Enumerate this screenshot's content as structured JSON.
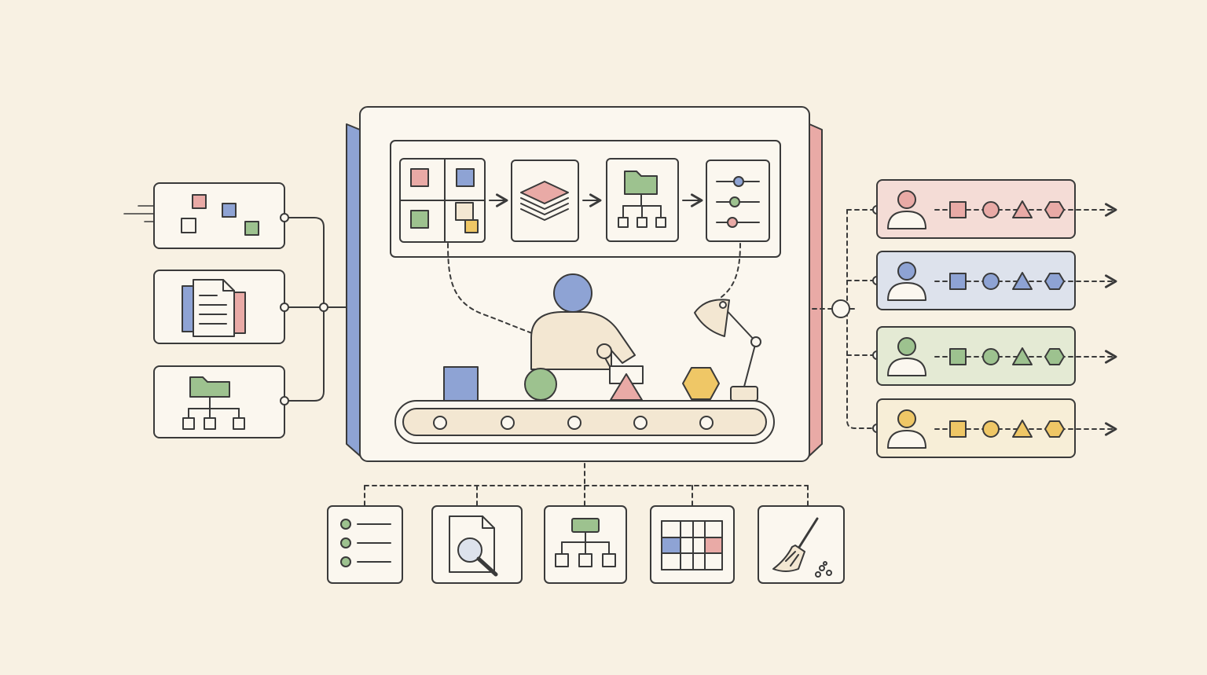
{
  "colors": {
    "background": "#f8f1e3",
    "panel": "#fbf7ef",
    "stroke": "#3a3a3a",
    "pink": "#e9aaa6",
    "blue": "#8ea3d4",
    "green": "#9dc28f",
    "yellow": "#efc766",
    "cream": "#f3e7d2",
    "light_pink": "#f4dcd6",
    "light_blue": "#dde2ec",
    "light_green": "#e4ead4",
    "light_yellow": "#f7eed7"
  },
  "inputs": [
    {
      "icon": "scattered-squares-icon"
    },
    {
      "icon": "document-stack-icon"
    },
    {
      "icon": "folder-hierarchy-icon"
    }
  ],
  "pipeline_steps": [
    {
      "icon": "sorting-grid-icon"
    },
    {
      "icon": "layers-icon"
    },
    {
      "icon": "folder-hierarchy-icon"
    },
    {
      "icon": "sliders-icon"
    }
  ],
  "workshop": {
    "figure_icon": "worker-icon",
    "lamp_icon": "desk-lamp-icon",
    "belt_icon": "conveyor-belt-icon",
    "items": [
      "square",
      "circle",
      "triangle",
      "hexagon"
    ]
  },
  "outputs": [
    {
      "icon": "user-icon",
      "color": "pink",
      "bg": "light_pink",
      "shapes": [
        "square",
        "circle",
        "triangle",
        "hexagon"
      ]
    },
    {
      "icon": "user-icon",
      "color": "blue",
      "bg": "light_blue",
      "shapes": [
        "square",
        "circle",
        "triangle",
        "hexagon"
      ]
    },
    {
      "icon": "user-icon",
      "color": "green",
      "bg": "light_green",
      "shapes": [
        "square",
        "circle",
        "triangle",
        "hexagon"
      ]
    },
    {
      "icon": "user-icon",
      "color": "yellow",
      "bg": "light_yellow",
      "shapes": [
        "square",
        "circle",
        "triangle",
        "hexagon"
      ]
    }
  ],
  "tools": [
    {
      "icon": "checklist-icon"
    },
    {
      "icon": "document-search-icon"
    },
    {
      "icon": "hierarchy-icon"
    },
    {
      "icon": "table-grid-icon"
    },
    {
      "icon": "broom-icon"
    }
  ]
}
